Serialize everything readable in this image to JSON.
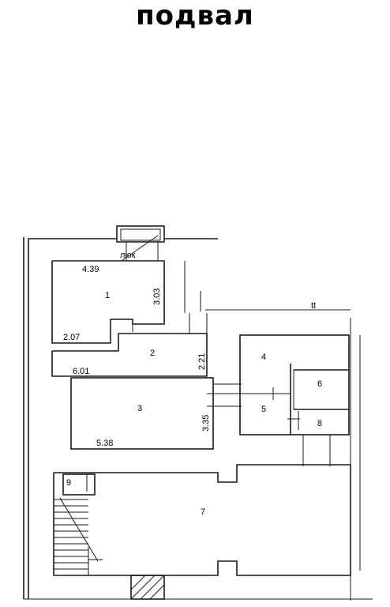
{
  "title": "подвал",
  "labels": {
    "hatch": "люк",
    "axis_mark": "tt"
  },
  "rooms": [
    {
      "id": "1",
      "dims": [
        "4.39",
        "3.03",
        "2.07"
      ]
    },
    {
      "id": "2",
      "dims": [
        "6.01",
        "2.21"
      ]
    },
    {
      "id": "3",
      "dims": [
        "5.38",
        "3.35"
      ]
    },
    {
      "id": "4",
      "dims": []
    },
    {
      "id": "5",
      "dims": []
    },
    {
      "id": "6",
      "dims": []
    },
    {
      "id": "7",
      "dims": []
    },
    {
      "id": "8",
      "dims": []
    },
    {
      "id": "9",
      "dims": []
    }
  ]
}
